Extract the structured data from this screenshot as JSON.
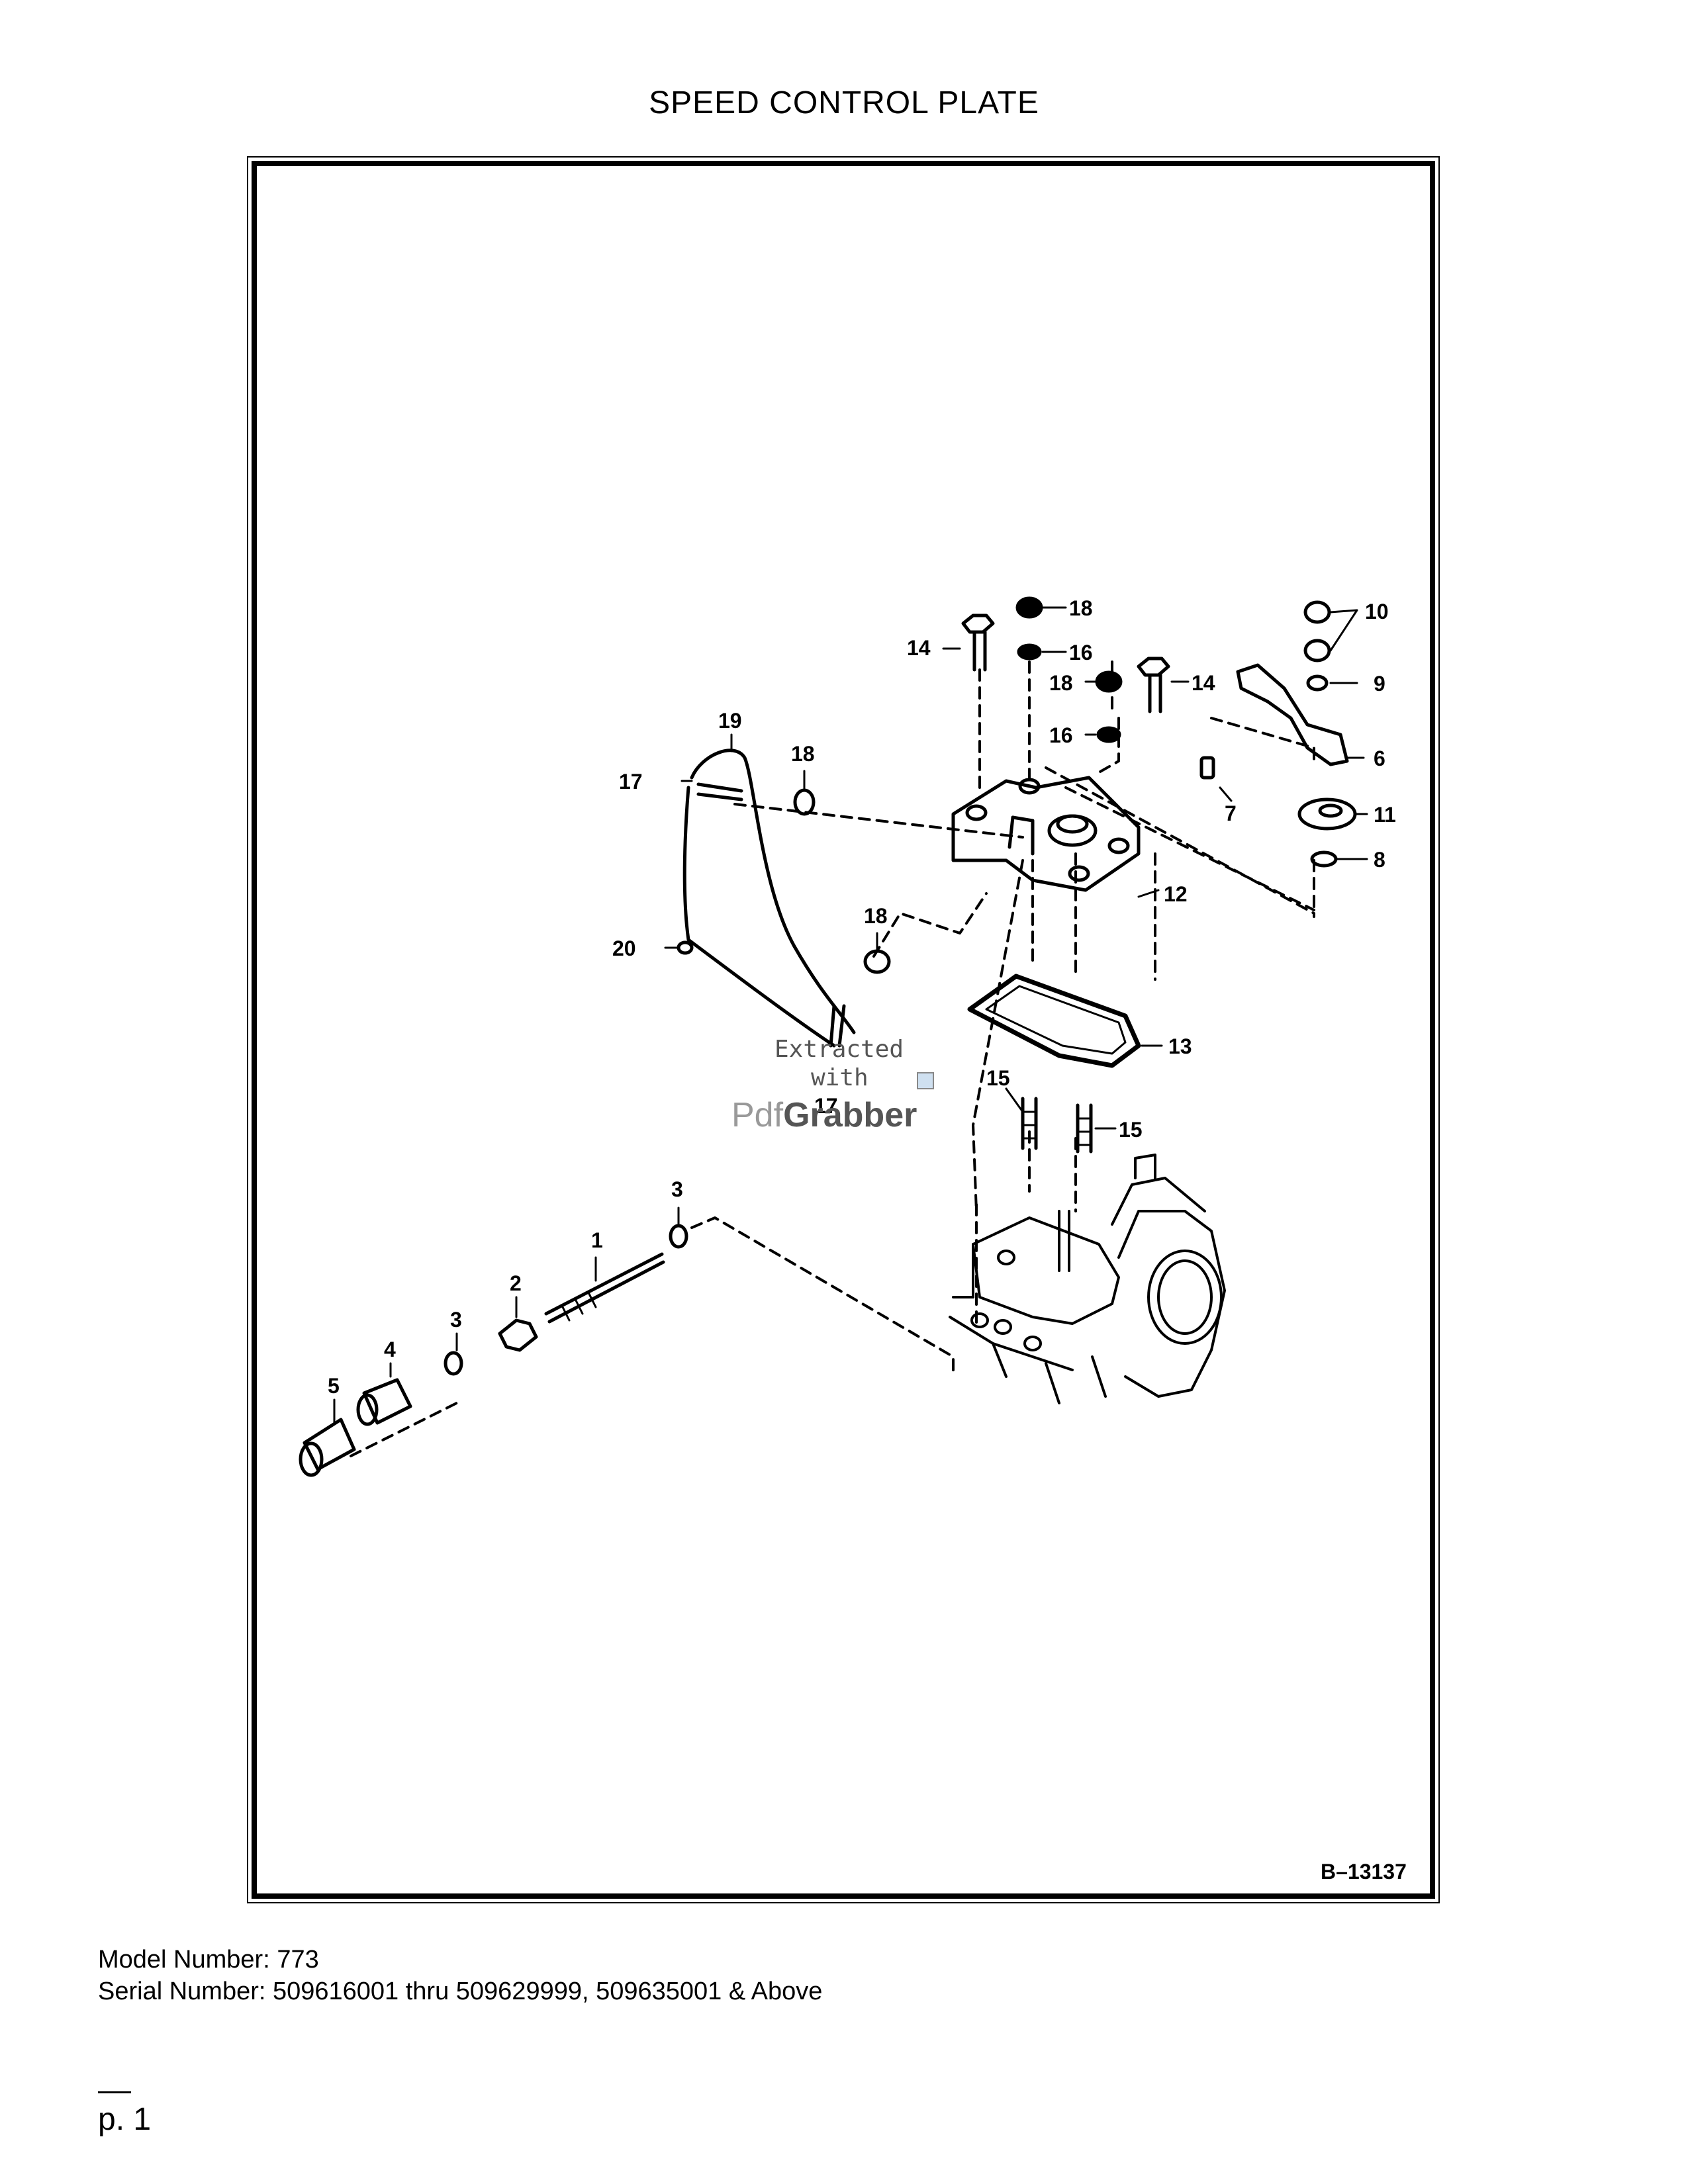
{
  "page": {
    "title": "SPEED CONTROL PLATE",
    "figure_id": "B–13137",
    "model_line": "Model Number: 773",
    "serial_line": "Serial Number: 509616001 thru 509629999, 509635001 & Above",
    "page_number": "p. 1"
  },
  "watermark": {
    "line1": "Extracted",
    "line2": "with",
    "brand_prefix": "Pdf",
    "brand_suffix": "Grabber"
  },
  "callouts": [
    {
      "id": "c1",
      "label": "1"
    },
    {
      "id": "c2",
      "label": "2"
    },
    {
      "id": "c3a",
      "label": "3"
    },
    {
      "id": "c3b",
      "label": "3"
    },
    {
      "id": "c4",
      "label": "4"
    },
    {
      "id": "c5",
      "label": "5"
    },
    {
      "id": "c6",
      "label": "6"
    },
    {
      "id": "c7",
      "label": "7"
    },
    {
      "id": "c8",
      "label": "8"
    },
    {
      "id": "c9",
      "label": "9"
    },
    {
      "id": "c10",
      "label": "10"
    },
    {
      "id": "c11",
      "label": "11"
    },
    {
      "id": "c12",
      "label": "12"
    },
    {
      "id": "c13",
      "label": "13"
    },
    {
      "id": "c14a",
      "label": "14"
    },
    {
      "id": "c14b",
      "label": "14"
    },
    {
      "id": "c15a",
      "label": "15"
    },
    {
      "id": "c15b",
      "label": "15"
    },
    {
      "id": "c16a",
      "label": "16"
    },
    {
      "id": "c16b",
      "label": "16"
    },
    {
      "id": "c17a",
      "label": "17"
    },
    {
      "id": "c17b",
      "label": "17"
    },
    {
      "id": "c18a",
      "label": "18"
    },
    {
      "id": "c18b",
      "label": "18"
    },
    {
      "id": "c18c",
      "label": "18"
    },
    {
      "id": "c18d",
      "label": "18"
    },
    {
      "id": "c19",
      "label": "19"
    },
    {
      "id": "c20",
      "label": "20"
    }
  ]
}
